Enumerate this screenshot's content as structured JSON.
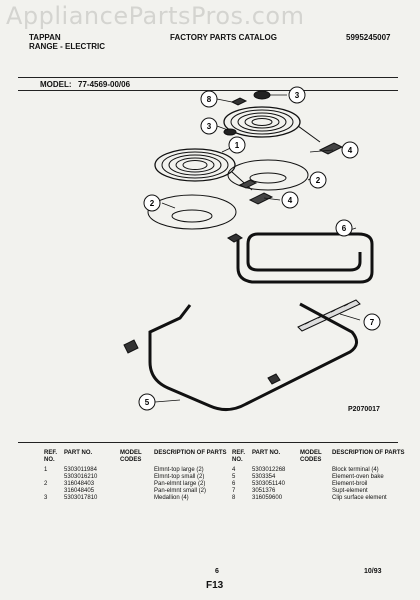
{
  "watermark": "AppliancePartsPros.com",
  "header": {
    "brand": "TAPPAN",
    "category": "RANGE - ELECTRIC",
    "catalog_title": "FACTORY PARTS CATALOG",
    "catalog_number": "5995245007",
    "model_label": "MODEL:",
    "model_value": "77-4569-00/06"
  },
  "diagram": {
    "figure_id": "P2070017",
    "callouts": [
      "1",
      "2",
      "2",
      "3",
      "3",
      "4",
      "4",
      "5",
      "6",
      "7",
      "8"
    ]
  },
  "parts_table": {
    "headers": {
      "ref_no": "REF. NO.",
      "part_no": "PART NO.",
      "model_codes": "MODEL CODES",
      "description": "DESCRIPTION OF PARTS"
    },
    "left": [
      {
        "ref": "1",
        "part": "5303011984",
        "codes": "",
        "desc": "Elmnt-top large (2)"
      },
      {
        "ref": "",
        "part": "5303016210",
        "codes": "",
        "desc": "Elmnt-top small (2)"
      },
      {
        "ref": "2",
        "part": "316048403",
        "codes": "",
        "desc": "Pan-elmnt large (2)"
      },
      {
        "ref": "",
        "part": "316048405",
        "codes": "",
        "desc": "Pan-elmnt small (2)"
      },
      {
        "ref": "3",
        "part": "5303017810",
        "codes": "",
        "desc": "Medallion (4)"
      }
    ],
    "right": [
      {
        "ref": "4",
        "part": "5303012268",
        "codes": "",
        "desc": "Block terminal (4)"
      },
      {
        "ref": "5",
        "part": "5303354",
        "codes": "",
        "desc": "Element-oven bake"
      },
      {
        "ref": "6",
        "part": "5303051140",
        "codes": "",
        "desc": "Element-broil"
      },
      {
        "ref": "7",
        "part": "3051376",
        "codes": "",
        "desc": "Supt-element"
      },
      {
        "ref": "8",
        "part": "316059600",
        "codes": "",
        "desc": "Clip surface element"
      }
    ]
  },
  "footer": {
    "page_number": "6",
    "page_code": "F13",
    "date": "10/93"
  }
}
